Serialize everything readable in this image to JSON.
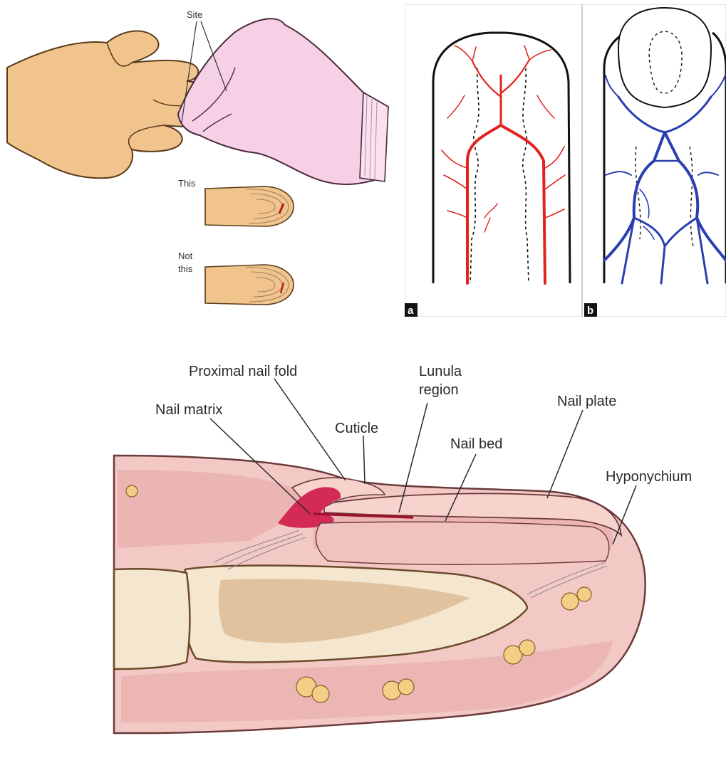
{
  "hands_panel": {
    "site_label": "Site",
    "correct_label": "This",
    "incorrect_label_line1": "Not",
    "incorrect_label_line2": "this"
  },
  "vessel_panels": {
    "arterial_badge": "a",
    "venous_badge": "b",
    "colors": {
      "arteries": "#e0231f",
      "veins": "#2b3fb0",
      "outline": "#111111"
    }
  },
  "nail_anatomy": {
    "labels": {
      "proximal_nail_fold": "Proximal nail fold",
      "nail_matrix": "Nail matrix",
      "cuticle": "Cuticle",
      "lunula_line1": "Lunula",
      "lunula_line2": "region",
      "nail_bed": "Nail bed",
      "nail_plate": "Nail plate",
      "hyponychium": "Hyponychium"
    },
    "colors": {
      "skin": "#f2c9c4",
      "tissue": "#e8a9ab",
      "bone": "#f4e6cf",
      "matrix": "#d42b54"
    }
  }
}
